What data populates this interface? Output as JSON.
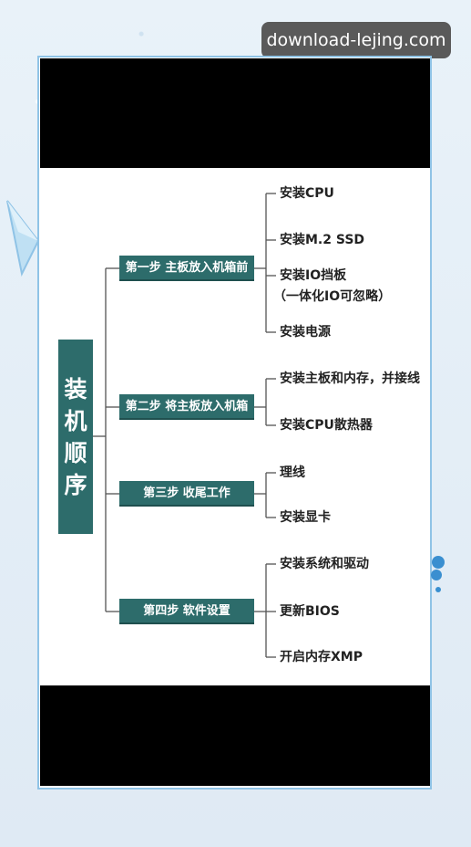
{
  "watermark": "download-lejing.com",
  "root_title": [
    "装",
    "机",
    "顺",
    "序"
  ],
  "steps": [
    {
      "label": "第一步 主板放入机箱前",
      "items": [
        "安装CPU",
        "安装M.2 SSD",
        "安装IO挡板",
        "（一体化IO可忽略）",
        "安装电源"
      ]
    },
    {
      "label": "第二步 将主板放入机箱",
      "items": [
        "安装主板和内存，并接线",
        "安装CPU散热器"
      ]
    },
    {
      "label": "第三步 收尾工作",
      "items": [
        "理线",
        "安装显卡"
      ]
    },
    {
      "label": "第四步 软件设置",
      "items": [
        "安装系统和驱动",
        "更新BIOS",
        "开启内存XMP"
      ]
    }
  ],
  "colors": {
    "node": "#2d6c6b",
    "line": "#555555",
    "frame": "#8fc3e6"
  }
}
